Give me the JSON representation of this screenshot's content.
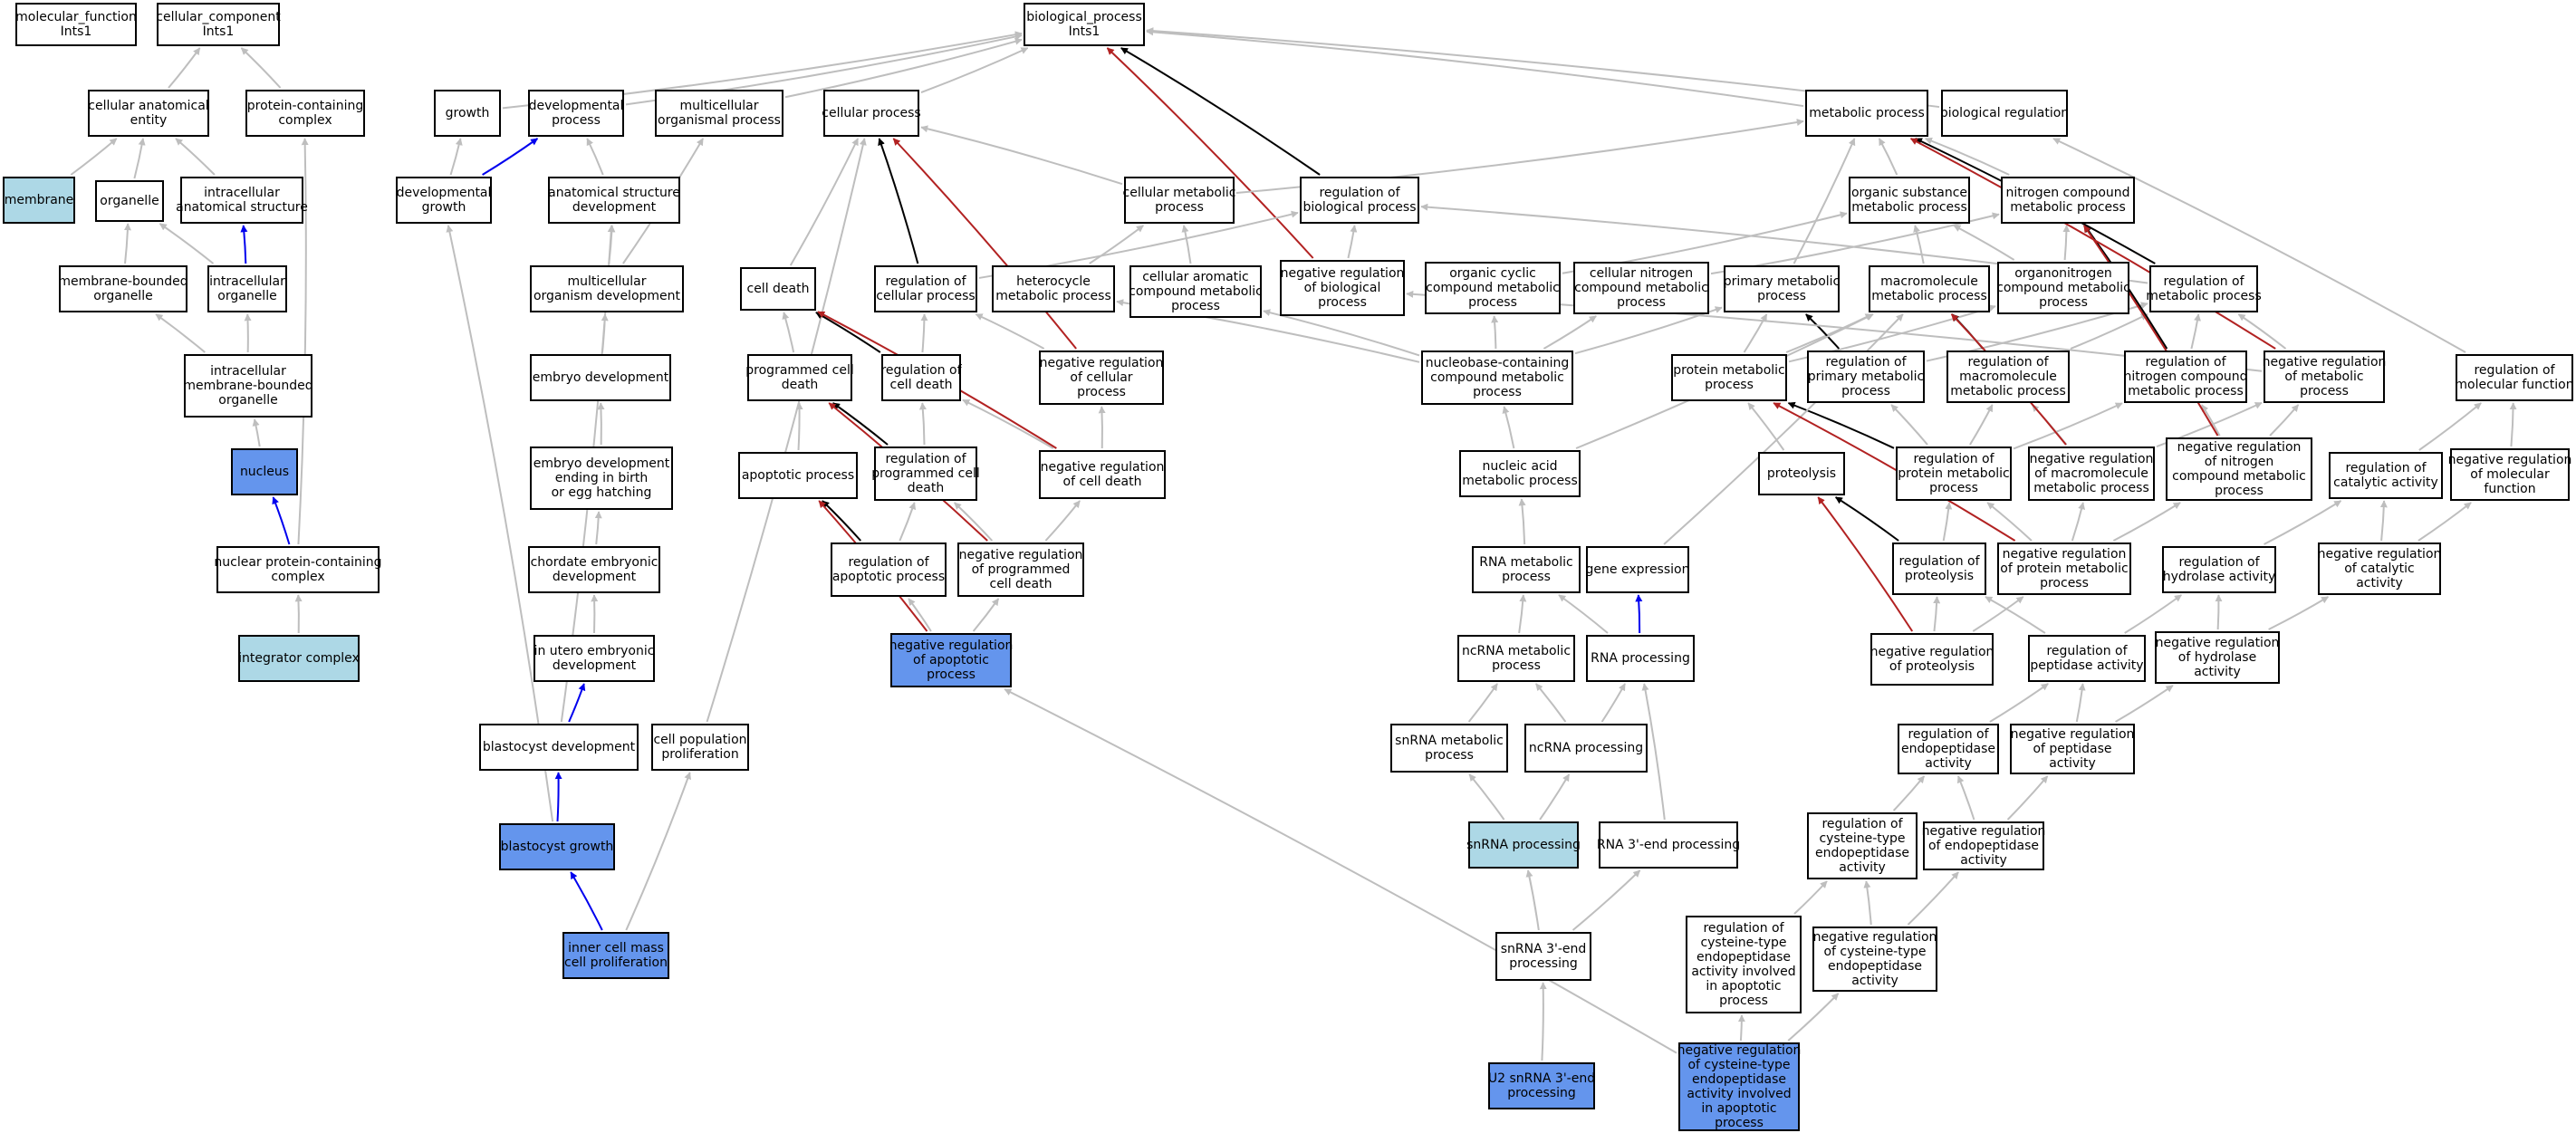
{
  "colors": {
    "white": "#ffffff",
    "dark_blue": "#6495ed",
    "light_blue": "#add8e6",
    "edge_gray": "#bebebe",
    "edge_black": "#000000",
    "edge_red": "#b22222",
    "edge_blue": "#0000ee"
  },
  "nodes": {
    "mf": [
      "molecular_function",
      "Ints1"
    ],
    "cc": [
      "cellular_component",
      "Ints1"
    ],
    "bp": [
      "biological_process",
      "Ints1"
    ],
    "cae": [
      "cellular anatomical",
      "entity"
    ],
    "pcc": [
      "protein-containing",
      "complex"
    ],
    "membrane": [
      "membrane"
    ],
    "organelle": [
      "organelle"
    ],
    "ias": [
      "intracellular",
      "anatomical structure"
    ],
    "mbo": [
      "membrane-bounded",
      "organelle"
    ],
    "io": [
      "intracellular",
      "organelle"
    ],
    "imbo": [
      "intracellular",
      "membrane-bounded",
      "organelle"
    ],
    "nucleus": [
      "nucleus"
    ],
    "npcc": [
      "nuclear protein-containing",
      "complex"
    ],
    "integrator": [
      "integrator complex"
    ],
    "growth": [
      "growth"
    ],
    "devproc": [
      "developmental",
      "process"
    ],
    "mop": [
      "multicellular",
      "organismal process"
    ],
    "devgrowth": [
      "developmental",
      "growth"
    ],
    "asd": [
      "anatomical structure",
      "development"
    ],
    "mod": [
      "multicellular",
      "organism development"
    ],
    "embryo": [
      "embryo development"
    ],
    "embryobirth": [
      "embryo development",
      "ending in birth",
      "or egg hatching"
    ],
    "chordate": [
      "chordate embryonic",
      "development"
    ],
    "inutero": [
      "in utero embryonic",
      "development"
    ],
    "blastdev": [
      "blastocyst development"
    ],
    "blastgrowth": [
      "blastocyst growth"
    ],
    "icm": [
      "inner cell mass",
      "cell proliferation"
    ],
    "cellpop": [
      "cell population",
      "proliferation"
    ],
    "cellproc": [
      "cellular process"
    ],
    "celldeath": [
      "cell death"
    ],
    "regcellproc": [
      "regulation of",
      "cellular process"
    ],
    "pcd": [
      "programmed cell",
      "death"
    ],
    "regcelldeath": [
      "regulation of",
      "cell death"
    ],
    "negregcell": [
      "negative regulation",
      "of cellular",
      "process"
    ],
    "apoptotic": [
      "apoptotic process"
    ],
    "regpcd": [
      "regulation of",
      "programmed cell",
      "death"
    ],
    "negregcelldeath": [
      "negative regulation",
      "of cell death"
    ],
    "regapop": [
      "regulation of",
      "apoptotic process"
    ],
    "negregpcd": [
      "negative regulation",
      "of programmed",
      "cell death"
    ],
    "negregapop": [
      "negative regulation",
      "of apoptotic",
      "process"
    ],
    "cellmet": [
      "cellular metabolic",
      "process"
    ],
    "regbio": [
      "regulation of",
      "biological process"
    ],
    "hetero": [
      "heterocycle",
      "metabolic process"
    ],
    "cellarom": [
      "cellular aromatic",
      "compound metabolic",
      "process"
    ],
    "negregbio": [
      "negative regulation",
      "of biological",
      "process"
    ],
    "metproc": [
      "metabolic process"
    ],
    "bioreg": [
      "biological regulation"
    ],
    "organsub": [
      "organic substance",
      "metabolic process"
    ],
    "nitrogen": [
      "nitrogen compound",
      "metabolic process"
    ],
    "orgcyc": [
      "organic cyclic",
      "compound metabolic",
      "process"
    ],
    "cellnit": [
      "cellular nitrogen",
      "compound metabolic",
      "process"
    ],
    "primary": [
      "primary metabolic",
      "process"
    ],
    "macro": [
      "macromolecule",
      "metabolic process"
    ],
    "organonit": [
      "organonitrogen",
      "compound metabolic",
      "process"
    ],
    "regmet": [
      "regulation of",
      "metabolic process"
    ],
    "nucleobase": [
      "nucleobase-containing",
      "compound metabolic",
      "process"
    ],
    "protmet": [
      "protein metabolic",
      "process"
    ],
    "regprimary": [
      "regulation of",
      "primary metabolic",
      "process"
    ],
    "regmacro": [
      "regulation of",
      "macromolecule",
      "metabolic process"
    ],
    "regnit": [
      "regulation of",
      "nitrogen compound",
      "metabolic process"
    ],
    "negregmet": [
      "negative regulation",
      "of metabolic",
      "process"
    ],
    "regmolfunc": [
      "regulation of",
      "molecular function"
    ],
    "nucacid": [
      "nucleic acid",
      "metabolic process"
    ],
    "proteolysis": [
      "proteolysis"
    ],
    "regprotmet": [
      "regulation of",
      "protein metabolic",
      "process"
    ],
    "negregmacro": [
      "negative regulation",
      "of macromolecule",
      "metabolic process"
    ],
    "negregnit": [
      "negative regulation",
      "of nitrogen",
      "compound metabolic",
      "process"
    ],
    "regcat": [
      "regulation of",
      "catalytic activity"
    ],
    "negregmolfunc": [
      "negative regulation",
      "of molecular",
      "function"
    ],
    "rnamet": [
      "RNA metabolic",
      "process"
    ],
    "geneexp": [
      "gene expression"
    ],
    "regproteolysis": [
      "regulation of",
      "proteolysis"
    ],
    "negregprotmet": [
      "negative regulation",
      "of protein metabolic",
      "process"
    ],
    "reghydro": [
      "regulation of",
      "hydrolase activity"
    ],
    "negregcat": [
      "negative regulation",
      "of catalytic",
      "activity"
    ],
    "ncrnamet": [
      "ncRNA metabolic",
      "process"
    ],
    "rnaproc": [
      "RNA processing"
    ],
    "negregproteolysis": [
      "negative regulation",
      "of proteolysis"
    ],
    "regpep": [
      "regulation of",
      "peptidase activity"
    ],
    "negreghydro": [
      "negative regulation",
      "of hydrolase",
      "activity"
    ],
    "snrnamet": [
      "snRNA metabolic",
      "process"
    ],
    "ncrnaproc": [
      "ncRNA processing"
    ],
    "regendo": [
      "regulation of",
      "endopeptidase",
      "activity"
    ],
    "negregpep": [
      "negative regulation",
      "of peptidase",
      "activity"
    ],
    "snrnaproc": [
      "snRNA processing"
    ],
    "rna3": [
      "RNA 3'-end processing"
    ],
    "regcys": [
      "regulation of",
      "cysteine-type",
      "endopeptidase",
      "activity"
    ],
    "negregendo": [
      "negative regulation",
      "of endopeptidase",
      "activity"
    ],
    "snrna3": [
      "snRNA 3'-end",
      "processing"
    ],
    "regcysapop": [
      "regulation of",
      "cysteine-type",
      "endopeptidase",
      "activity involved",
      "in apoptotic",
      "process"
    ],
    "negregcys": [
      "negative regulation",
      "of cysteine-type",
      "endopeptidase",
      "activity"
    ],
    "u2": [
      "U2 snRNA 3'-end",
      "processing"
    ],
    "negregcysapop": [
      "negative regulation",
      "of cysteine-type",
      "endopeptidase",
      "activity involved",
      "in apoptotic",
      "process"
    ]
  }
}
